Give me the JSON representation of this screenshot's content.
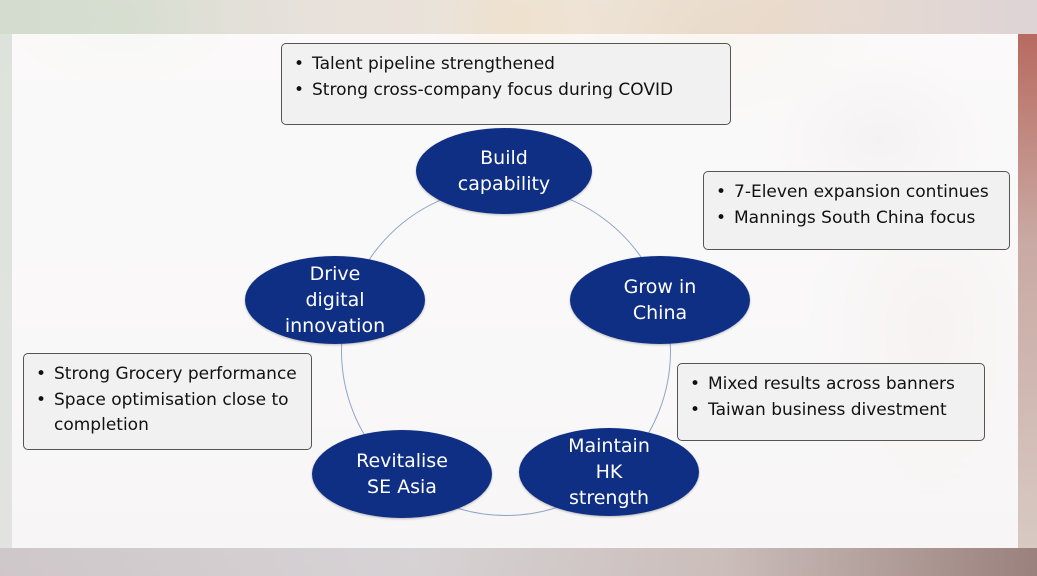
{
  "nodes": [
    {
      "id": "build-capability",
      "label": "Build\ncapability"
    },
    {
      "id": "grow-in-china",
      "label": "Grow in\nChina"
    },
    {
      "id": "maintain-hk-strength",
      "label": "Maintain\nHK\nstrength"
    },
    {
      "id": "revitalise-se-asia",
      "label": "Revitalise\nSE Asia"
    },
    {
      "id": "drive-digital-innovation",
      "label": "Drive\ndigital\ninnovation"
    }
  ],
  "callouts": {
    "build_capability": [
      "Talent pipeline strengthened",
      "Strong cross-company focus during COVID"
    ],
    "grow_in_china": [
      "7-Eleven expansion continues",
      "Mannings South China focus"
    ],
    "maintain_hk_strength": [
      "Mixed results across banners",
      "Taiwan business divestment"
    ],
    "revitalise_se_asia": [
      "Strong Grocery performance",
      "Space optimisation close to completion"
    ]
  },
  "colors": {
    "node_fill": "#0f2f85",
    "node_text": "#ffffff",
    "ring_stroke": "#8fa6c6",
    "callout_fill": "#f1f1f1",
    "callout_border": "#555555"
  }
}
